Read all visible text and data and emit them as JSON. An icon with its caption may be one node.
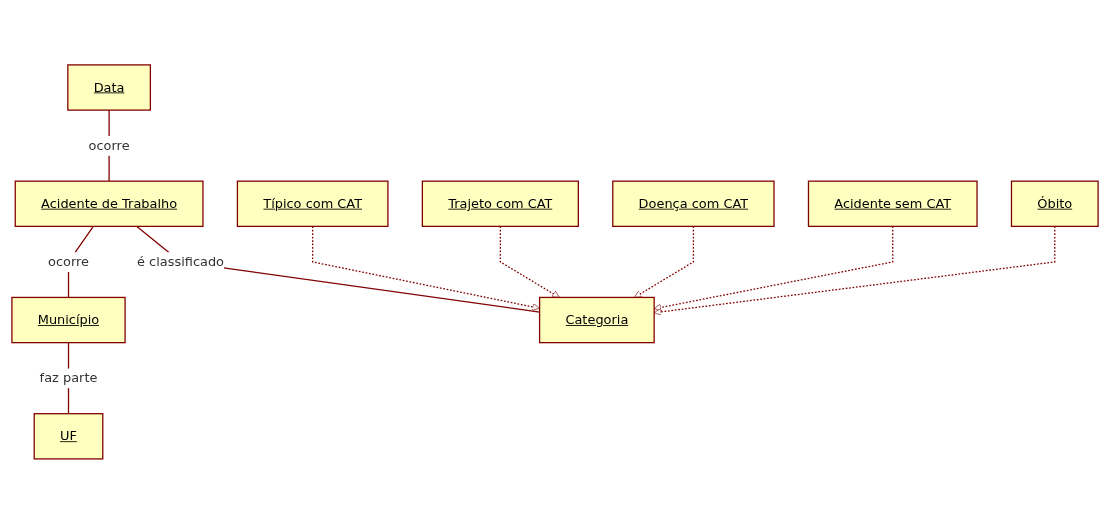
{
  "diagram": {
    "nodes": [
      {
        "text": [
          "Data"
        ]
      },
      {
        "text": [
          "Acidente de Trabalho"
        ]
      },
      {
        "text": [
          "Município"
        ]
      },
      {
        "text": [
          "UF"
        ]
      },
      {
        "text": [
          "Categoria"
        ]
      },
      {
        "text": [
          "Típico com CAT"
        ]
      },
      {
        "text": [
          "Trajeto com CAT"
        ]
      },
      {
        "text": [
          "Doença com CAT"
        ]
      },
      {
        "text": [
          "Acidente sem CAT"
        ]
      },
      {
        "text": [
          "Óbito"
        ]
      }
    ],
    "edges": [
      {
        "from": 0,
        "to": 1,
        "arrow": "none",
        "label": "ocorre"
      },
      {
        "from": 1,
        "to": 2,
        "arrow": "none",
        "label": "ocorre"
      },
      {
        "from": 2,
        "to": 3,
        "arrow": "none",
        "label": "faz parte"
      },
      {
        "from": 1,
        "to": 4,
        "arrow": "none",
        "label": "é classificado"
      },
      {
        "from": 5,
        "to": 4,
        "arrow": "to",
        "style": "dashed"
      },
      {
        "from": 6,
        "to": 4,
        "arrow": "to",
        "style": "dashed"
      },
      {
        "from": 7,
        "to": 4,
        "arrow": "to",
        "style": "dashed"
      },
      {
        "from": 8,
        "to": 4,
        "arrow": "to",
        "style": "dashed"
      },
      {
        "from": 9,
        "to": 4,
        "arrow": "to",
        "style": "dashed"
      }
    ]
  }
}
